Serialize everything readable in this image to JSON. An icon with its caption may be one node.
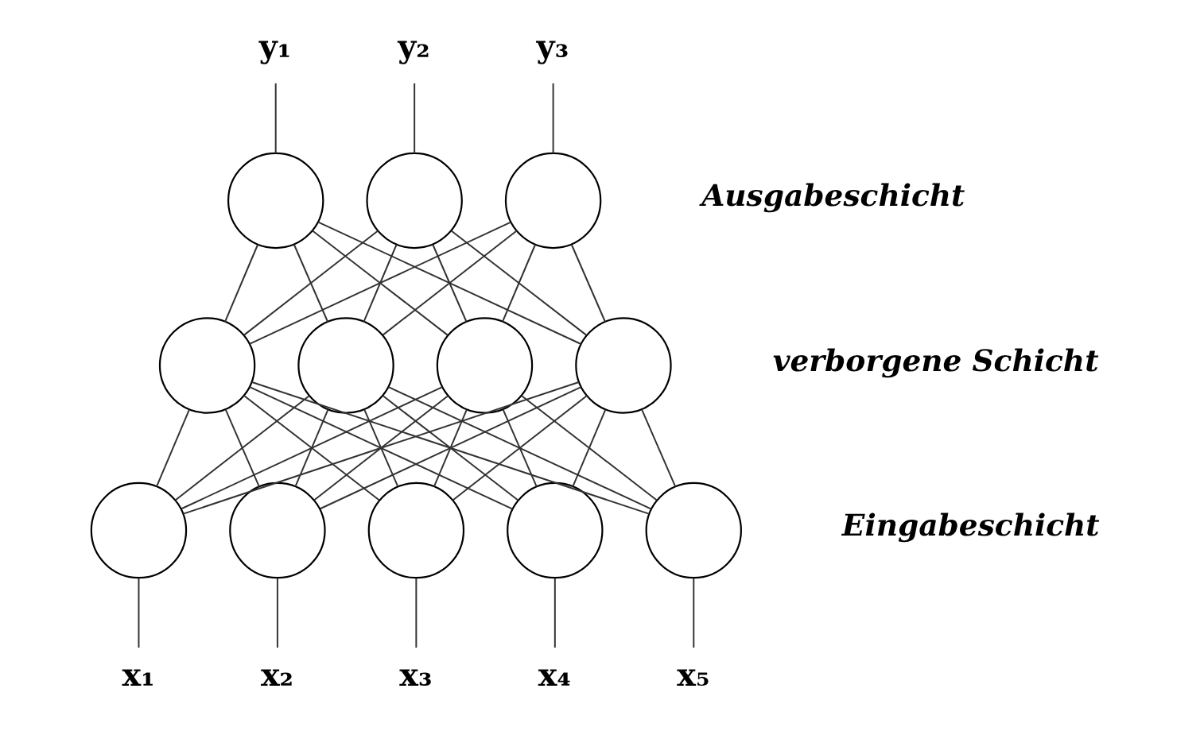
{
  "diagram": {
    "nodes": [
      {
        "text": [
          "y₁"
        ]
      },
      {
        "text": [
          "y₂"
        ]
      },
      {
        "text": [
          "y₃"
        ]
      },
      {
        "text": [],
        "shape": "circle"
      },
      {
        "text": [],
        "shape": "circle"
      },
      {
        "text": [],
        "shape": "circle"
      },
      {
        "text": [],
        "shape": "circle"
      },
      {
        "text": [],
        "shape": "circle"
      },
      {
        "text": [],
        "shape": "circle"
      },
      {
        "text": [],
        "shape": "circle"
      },
      {
        "text": [],
        "shape": "circle"
      },
      {
        "text": [],
        "shape": "circle"
      },
      {
        "text": [],
        "shape": "circle"
      },
      {
        "text": [],
        "shape": "circle"
      },
      {
        "text": [],
        "shape": "circle"
      },
      {
        "text": [
          "x₁"
        ]
      },
      {
        "text": [
          "x₂"
        ]
      },
      {
        "text": [
          "x₃"
        ]
      },
      {
        "text": [
          "x₄"
        ]
      },
      {
        "text": [
          "x₅"
        ]
      }
    ],
    "edges": [
      {
        "from": 0,
        "to": 3,
        "arrow": "none"
      },
      {
        "from": 1,
        "to": 4,
        "arrow": "none"
      },
      {
        "from": 2,
        "to": 5,
        "arrow": "none"
      },
      {
        "from": 3,
        "to": 6,
        "arrow": "none"
      },
      {
        "from": 3,
        "to": 7,
        "arrow": "none"
      },
      {
        "from": 3,
        "to": 8,
        "arrow": "none"
      },
      {
        "from": 3,
        "to": 9,
        "arrow": "none"
      },
      {
        "from": 4,
        "to": 6,
        "arrow": "none"
      },
      {
        "from": 4,
        "to": 7,
        "arrow": "none"
      },
      {
        "from": 4,
        "to": 8,
        "arrow": "none"
      },
      {
        "from": 4,
        "to": 9,
        "arrow": "none"
      },
      {
        "from": 5,
        "to": 6,
        "arrow": "none"
      },
      {
        "from": 5,
        "to": 7,
        "arrow": "none"
      },
      {
        "from": 5,
        "to": 8,
        "arrow": "none"
      },
      {
        "from": 5,
        "to": 9,
        "arrow": "none"
      },
      {
        "from": 6,
        "to": 10,
        "arrow": "none"
      },
      {
        "from": 6,
        "to": 11,
        "arrow": "none"
      },
      {
        "from": 6,
        "to": 12,
        "arrow": "none"
      },
      {
        "from": 6,
        "to": 13,
        "arrow": "none"
      },
      {
        "from": 6,
        "to": 14,
        "arrow": "none"
      },
      {
        "from": 7,
        "to": 10,
        "arrow": "none"
      },
      {
        "from": 7,
        "to": 11,
        "arrow": "none"
      },
      {
        "from": 7,
        "to": 12,
        "arrow": "none"
      },
      {
        "from": 7,
        "to": 13,
        "arrow": "none"
      },
      {
        "from": 7,
        "to": 14,
        "arrow": "none"
      },
      {
        "from": 8,
        "to": 10,
        "arrow": "none"
      },
      {
        "from": 8,
        "to": 11,
        "arrow": "none"
      },
      {
        "from": 8,
        "to": 12,
        "arrow": "none"
      },
      {
        "from": 8,
        "to": 13,
        "arrow": "none"
      },
      {
        "from": 8,
        "to": 14,
        "arrow": "none"
      },
      {
        "from": 9,
        "to": 10,
        "arrow": "none"
      },
      {
        "from": 9,
        "to": 11,
        "arrow": "none"
      },
      {
        "from": 9,
        "to": 12,
        "arrow": "none"
      },
      {
        "from": 9,
        "to": 13,
        "arrow": "none"
      },
      {
        "from": 9,
        "to": 14,
        "arrow": "none"
      },
      {
        "from": 10,
        "to": 15,
        "arrow": "none"
      },
      {
        "from": 11,
        "to": 16,
        "arrow": "none"
      },
      {
        "from": 12,
        "to": 17,
        "arrow": "none"
      },
      {
        "from": 13,
        "to": 18,
        "arrow": "none"
      },
      {
        "from": 14,
        "to": 19,
        "arrow": "none"
      }
    ],
    "labels": [
      "Ausgabeschicht",
      "verborgene Schicht",
      "Eingabeschicht"
    ]
  }
}
